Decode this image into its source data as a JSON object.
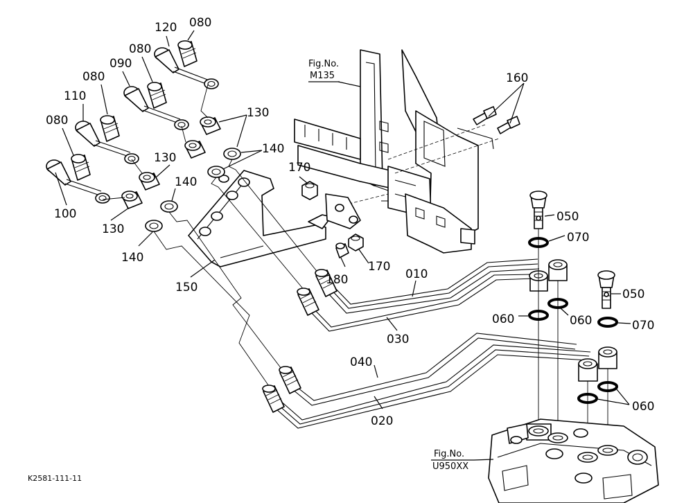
{
  "labels": {
    "p010": "010",
    "p020": "020",
    "p030": "030",
    "p040": "040",
    "p050a": "050",
    "p050b": "050",
    "p060a": "060",
    "p060b": "060",
    "p060c": "060",
    "p070a": "070",
    "p070b": "070",
    "p080a": "080",
    "p080b": "080",
    "p080c": "080",
    "p080d": "080",
    "p090": "090",
    "p100": "100",
    "p110": "110",
    "p120": "120",
    "p130a": "130",
    "p130b": "130",
    "p130c": "130",
    "p140a": "140",
    "p140b": "140",
    "p140c": "140",
    "p150": "150",
    "p160": "160",
    "p170a": "170",
    "p170b": "170",
    "p180": "180"
  },
  "references": {
    "fig_m135_title": "Fig.No.",
    "fig_m135_code": "M135",
    "fig_u950_title": "Fig.No.",
    "fig_u950_code": "U950XX"
  },
  "footer": {
    "drawing_code": "K2581-111-11"
  }
}
